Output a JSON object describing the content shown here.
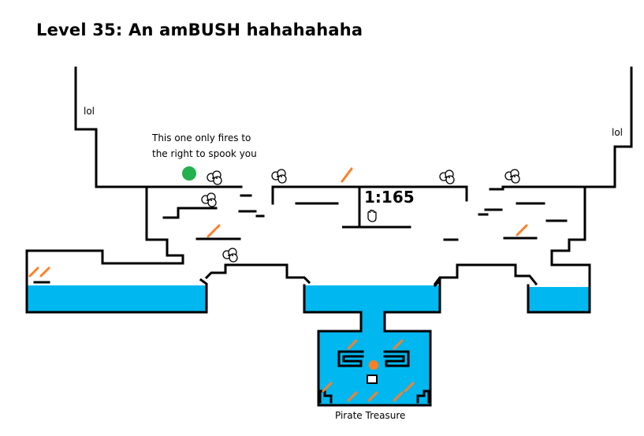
{
  "level": {
    "title": "Level 35: An amBUSH hahahahaha"
  },
  "annotations": {
    "lol_left": "lol",
    "lol_right": "lol",
    "note_line_1": "This one only fires to",
    "note_line_2": "the right to spook you",
    "treasure_label": "Pirate Treasure"
  },
  "hud": {
    "timer": "1:165"
  },
  "colors": {
    "water": "#00b7ef",
    "spike": "#ff7f27",
    "player": "#22b14c",
    "treasure_core": "#ff7f27",
    "walls": "#000000",
    "background": "#ffffff"
  },
  "icons": {
    "player": "green-ball-icon",
    "enemy": "bush-cannon-icon",
    "hand": "hand-icon",
    "spike": "orange-spike-icon",
    "treasure": "orange-orb-icon"
  }
}
